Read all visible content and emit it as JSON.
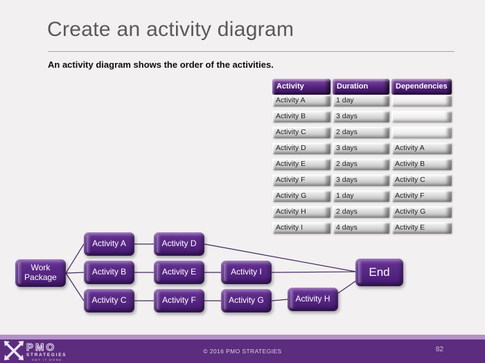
{
  "title": "Create an activity diagram",
  "subtitle": "An activity diagram shows the order of the activities.",
  "table": {
    "columns": [
      "Activity",
      "Duration",
      "Dependencies"
    ],
    "rows": [
      [
        "Activity A",
        "1 day",
        ""
      ],
      [
        "Activity B",
        "3 days",
        ""
      ],
      [
        "Activity C",
        "2 days",
        ""
      ],
      [
        "Activity D",
        "3 days",
        "Activity A"
      ],
      [
        "Activity E",
        "2 days",
        "Activity B"
      ],
      [
        "Activity F",
        "3 days",
        "Activity C"
      ],
      [
        "Activity G",
        "1 day",
        "Activity F"
      ],
      [
        "Activity H",
        "2 days",
        "Activity G"
      ],
      [
        "Activity I",
        "4 days",
        "Activity E"
      ]
    ]
  },
  "diagram": {
    "nodes": {
      "work_package": "Work Package",
      "a": "Activity A",
      "b": "Activity B",
      "c": "Activity C",
      "d": "Activity D",
      "e": "Activity E",
      "f": "Activity F",
      "g": "Activity G",
      "h": "Activity H",
      "i": "Activity I",
      "end": "End"
    },
    "edges": [
      [
        "Work Package",
        "Activity A"
      ],
      [
        "Work Package",
        "Activity B"
      ],
      [
        "Work Package",
        "Activity C"
      ],
      [
        "Activity A",
        "Activity D"
      ],
      [
        "Activity B",
        "Activity E"
      ],
      [
        "Activity C",
        "Activity F"
      ],
      [
        "Activity E",
        "Activity I"
      ],
      [
        "Activity F",
        "Activity G"
      ],
      [
        "Activity G",
        "Activity H"
      ],
      [
        "Activity D",
        "End"
      ],
      [
        "Activity I",
        "End"
      ],
      [
        "Activity H",
        "End"
      ]
    ]
  },
  "footer": {
    "logo_name": "PMO",
    "logo_sub": "STRATEGIES",
    "logo_tagline": "GET IT DONE.",
    "copyright": "© 2016 PMO STRATEGIES",
    "page_number": "82"
  },
  "colors": {
    "node_purple": "#532480",
    "table_header_purple": "#50217a",
    "footer_bar": "#5c2c7e",
    "footer_stripe": "#b391c6",
    "title_gray": "#595959",
    "background": "#f2f0f1"
  }
}
